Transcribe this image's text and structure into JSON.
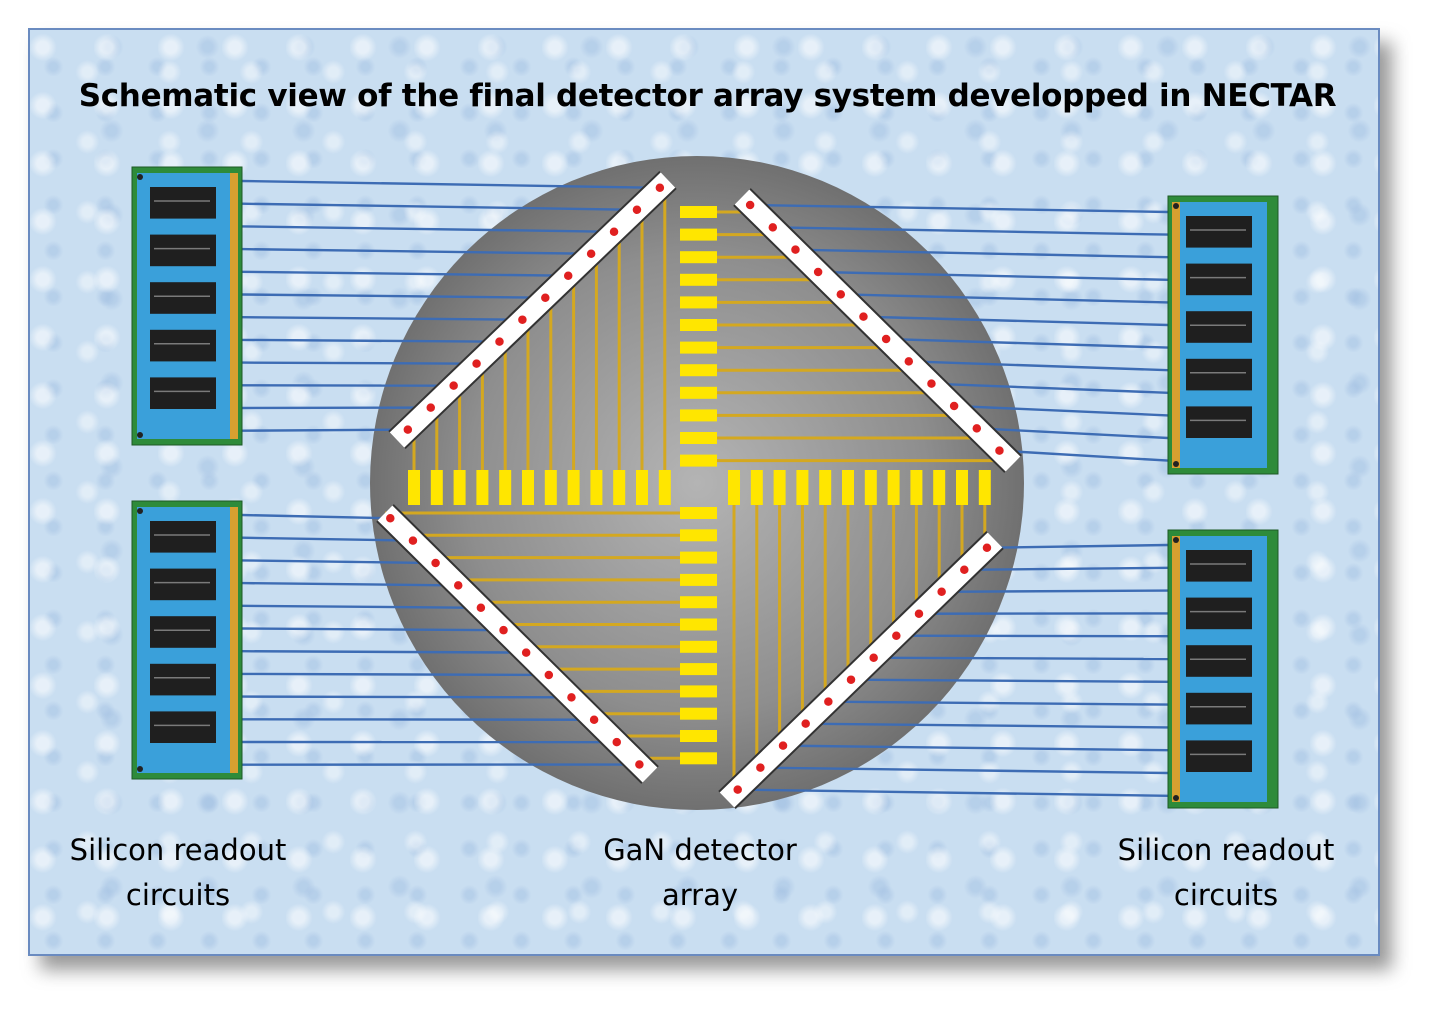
{
  "title": "Schematic view of the final detector array system developped in NECTAR",
  "captions": {
    "left": {
      "line1": "Silicon readout",
      "line2": "circuits"
    },
    "center": {
      "line1": "GaN detector",
      "line2": "array"
    },
    "right": {
      "line1": "Silicon readout",
      "line2": "circuits"
    }
  },
  "colors": {
    "background": "#c9def1",
    "wafer": "#8c8c8c",
    "pad": "#ffe600",
    "trace": "#d4a820",
    "wire": "#3d6cb4",
    "pcb": "#3aa0da",
    "chip": "#1f1f1f",
    "contact": "#e02020"
  }
}
